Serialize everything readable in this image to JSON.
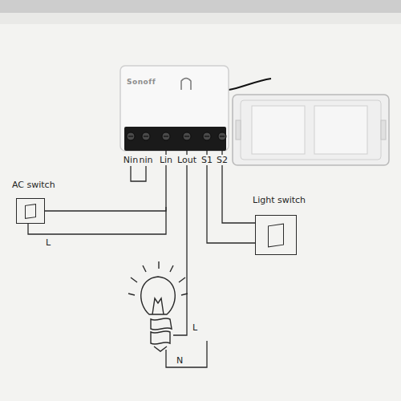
{
  "diagram": {
    "nodes": [
      {
        "text": [
          "Sonoff"
        ]
      },
      {
        "text": [
          "AC switch"
        ]
      },
      {
        "text": [
          "Light switch"
        ]
      }
    ],
    "edges": [
      {
        "from": 1,
        "to": 0,
        "arrow": "none"
      },
      {
        "from": 2,
        "to": 0,
        "arrow": "none"
      },
      {
        "from": 2,
        "to": 0,
        "arrow": "none"
      }
    ],
    "labels": [
      "Nin",
      "nin",
      "Lin",
      "Lout",
      "S1",
      "S2",
      "L",
      "L",
      "N"
    ]
  }
}
